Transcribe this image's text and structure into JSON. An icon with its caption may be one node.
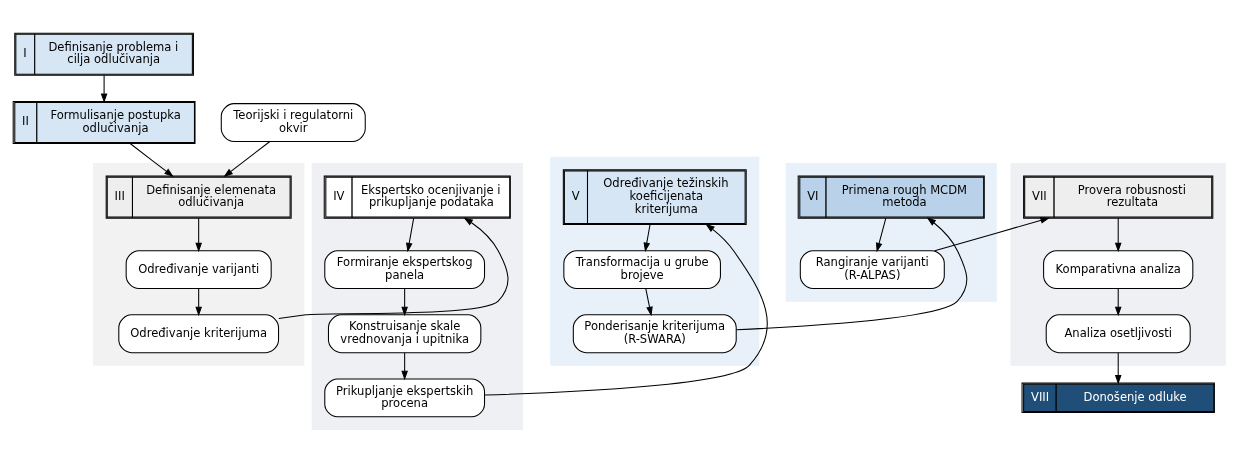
{
  "diagram": {
    "nodes": [
      {
        "text": [
          "I",
          "Definisanje problema i cilja odlučivanja"
        ]
      },
      {
        "text": [
          "II",
          "Formulisanje postupka odlučivanja"
        ]
      },
      {
        "text": [
          "Teorijski i regulatorni okvir"
        ]
      },
      {
        "text": [],
        "shape": "box"
      },
      {
        "text": [
          "III",
          "Definisanje elemenata odlučivanja"
        ],
        "in": 3
      },
      {
        "text": [
          "Određivanje varijanti"
        ],
        "in": 3
      },
      {
        "text": [
          "Određivanje kriterijuma"
        ],
        "in": 3
      },
      {
        "text": [],
        "shape": "box"
      },
      {
        "text": [
          "IV",
          "Ekspertsko ocenjivanje i prikupljanje podataka"
        ],
        "in": 7
      },
      {
        "text": [
          "Formiranje ekspertskog panela"
        ],
        "in": 7
      },
      {
        "text": [
          "Konstruisanje skale vrednovanja i upitnika"
        ],
        "in": 7
      },
      {
        "text": [
          "Prikupljanje ekspertskih procena"
        ],
        "in": 7
      },
      {
        "text": [],
        "shape": "box"
      },
      {
        "text": [
          "V",
          "Određivanje težinskih koeficijenata kriterijuma"
        ],
        "in": 12
      },
      {
        "text": [
          "Transformacija u grube brojeve"
        ],
        "in": 12
      },
      {
        "text": [
          "Ponderisanje kriterijuma (R-SWARA)"
        ],
        "in": 12
      },
      {
        "text": [],
        "shape": "box"
      },
      {
        "text": [
          "VI",
          "Primena rough MCDM metoda"
        ],
        "in": 16
      },
      {
        "text": [
          "Rangiranje varijanti (R-ALPAS)"
        ],
        "in": 16
      },
      {
        "text": [],
        "shape": "box"
      },
      {
        "text": [
          "VII",
          "Provera robusnosti rezultata"
        ],
        "in": 19
      },
      {
        "text": [
          "Komparativna analiza"
        ],
        "in": 19
      },
      {
        "text": [
          "Analiza osetljivosti"
        ],
        "in": 19
      },
      {
        "text": [
          "VIII",
          "Donošenje odluke"
        ]
      }
    ],
    "edges": [
      {
        "from": 0,
        "to": 1,
        "arrow": "to"
      },
      {
        "from": 1,
        "to": 4,
        "arrow": "to"
      },
      {
        "from": 2,
        "to": 4,
        "arrow": "to"
      },
      {
        "from": 4,
        "to": 5,
        "arrow": "to"
      },
      {
        "from": 5,
        "to": 6,
        "arrow": "to"
      },
      {
        "from": 6,
        "to": 8,
        "arrow": "to"
      },
      {
        "from": 8,
        "to": 9,
        "arrow": "to"
      },
      {
        "from": 9,
        "to": 10,
        "arrow": "to"
      },
      {
        "from": 10,
        "to": 11,
        "arrow": "to"
      },
      {
        "from": 11,
        "to": 13,
        "arrow": "to"
      },
      {
        "from": 13,
        "to": 14,
        "arrow": "to"
      },
      {
        "from": 14,
        "to": 15,
        "arrow": "to"
      },
      {
        "from": 15,
        "to": 17,
        "arrow": "to"
      },
      {
        "from": 17,
        "to": 18,
        "arrow": "to"
      },
      {
        "from": 18,
        "to": 20,
        "arrow": "to"
      },
      {
        "from": 20,
        "to": 21,
        "arrow": "to"
      },
      {
        "from": 21,
        "to": 22,
        "arrow": "to"
      },
      {
        "from": 22,
        "to": 23,
        "arrow": "to"
      }
    ]
  }
}
